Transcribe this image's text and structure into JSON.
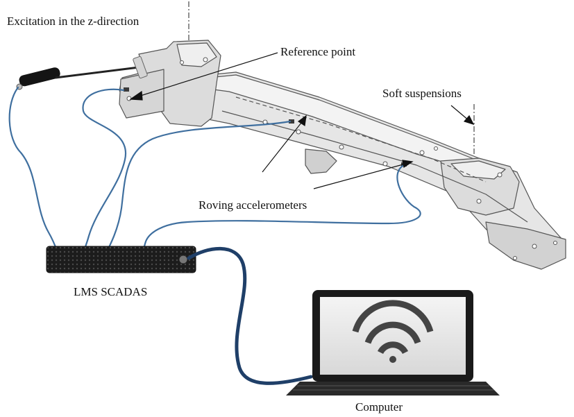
{
  "labels": {
    "excitation": "Excitation in the z-direction",
    "reference_point": "Reference point",
    "soft_suspensions": "Soft suspensions",
    "roving_accelerometers": "Roving accelerometers",
    "daq": "LMS SCADAS",
    "computer": "Computer"
  },
  "icons": {
    "hammer": "impact-hammer-icon",
    "daq": "data-acquisition-box-icon",
    "laptop": "laptop-icon",
    "wifi": "wifi-icon"
  },
  "colors": {
    "cable": "#3f6f9f",
    "cable_thick": "#1f3f68",
    "part_fill": "#e4e4e4",
    "part_edge": "#555555"
  }
}
